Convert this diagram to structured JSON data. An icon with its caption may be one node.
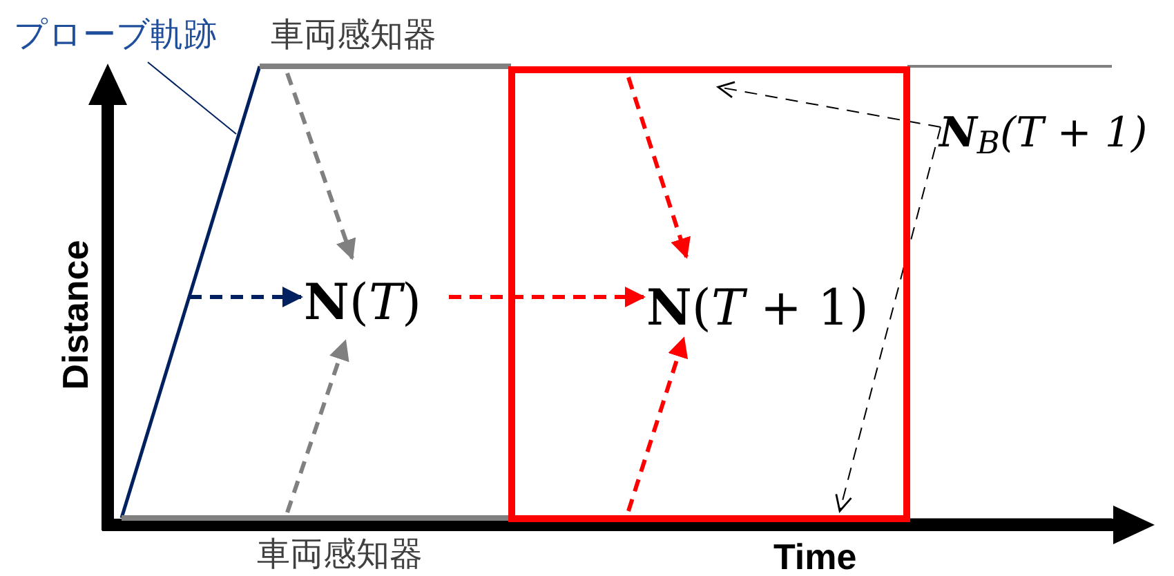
{
  "diagram": {
    "nodes": [
      {
        "text": [
          "プローブ軌跡"
        ]
      },
      {
        "text": [],
        "shape": "line"
      },
      {
        "text": [],
        "shape": "bar",
        "beside": [
          "車両感知器"
        ]
      },
      {
        "text": [],
        "shape": "bar",
        "beside": [
          "車両感知器"
        ]
      },
      {
        "text": [
          "**N**(*T*)"
        ]
      },
      {
        "text": [],
        "shape": "box"
      },
      {
        "text": [
          "**N**(*T* + 1)"
        ],
        "in": 5
      },
      {
        "text": [
          "**N**$_{B}$(T + 1)"
        ]
      }
    ],
    "edges": [
      {
        "from": 0,
        "to": 1,
        "arrow": "none",
        "color": "#002060"
      },
      {
        "from": 1,
        "to": 4,
        "arrow": "to",
        "style": "dashed",
        "color": "#002060"
      },
      {
        "from": 2,
        "to": 4,
        "arrow": "to",
        "style": "dashed",
        "color": "#808080"
      },
      {
        "from": 3,
        "to": 4,
        "arrow": "to",
        "style": "dashed",
        "color": "#808080"
      },
      {
        "from": 4,
        "to": 6,
        "arrow": "to",
        "style": "dashed"
      },
      {
        "from": 5,
        "to": 6,
        "arrow": "to",
        "style": "dashed"
      },
      {
        "from": 5,
        "to": 6,
        "arrow": "to",
        "style": "dashed"
      },
      {
        "from": 7,
        "to": 5,
        "arrow": "to",
        "style": "dashed",
        "color": "#000000"
      },
      {
        "from": 7,
        "to": 5,
        "arrow": "to",
        "style": "dashed",
        "color": "#000000"
      }
    ],
    "labels": [
      "Distance",
      "Time"
    ]
  }
}
